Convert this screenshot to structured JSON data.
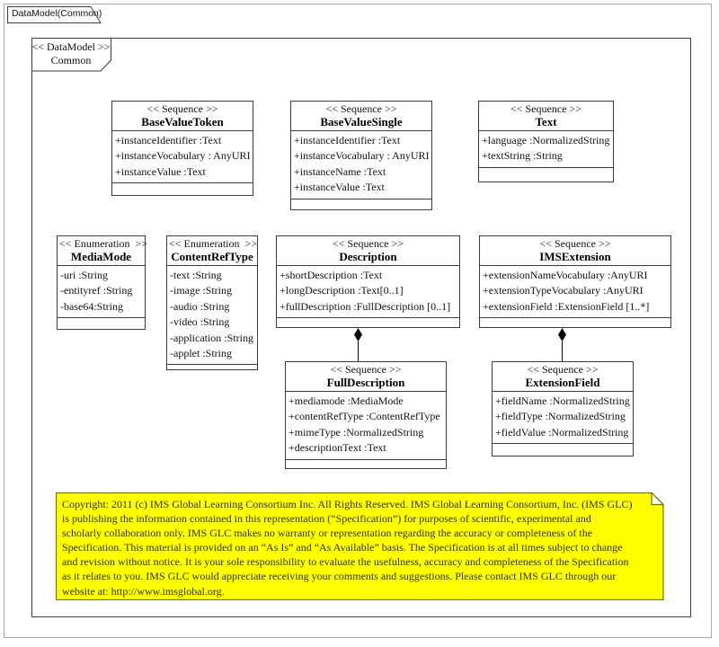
{
  "page": {
    "tab_title": "DataModel(Common)"
  },
  "frame": {
    "stereotype": "<< DataModel >>",
    "name": "Common"
  },
  "classes": [
    {
      "stereotype": "<< Sequence >>",
      "name": "BaseValueToken",
      "attributes": [
        "+instanceIdentifier :Text",
        "+instanceVocabulary : AnyURI",
        "+instanceValue :Text"
      ]
    },
    {
      "stereotype": "<< Sequence >>",
      "name": "BaseValueSingle",
      "attributes": [
        "+instanceIdentifier :Text",
        "+instanceVocabulary : AnyURI",
        "+instanceName :Text",
        "+instanceValue :Text"
      ]
    },
    {
      "stereotype": "<< Sequence >>",
      "name": "Text",
      "attributes": [
        "+language :NormalizedString",
        "+textString :String"
      ]
    },
    {
      "stereotype": "<< Enumeration  >>",
      "name": "MediaMode",
      "attributes": [
        "-uri :String",
        "-entityref :String",
        "-base64:String"
      ]
    },
    {
      "stereotype": "<< Enumeration  >>",
      "name": "ContentRefType",
      "attributes": [
        "-text :String",
        "-image :String",
        "-audio :String",
        "-video :String",
        "-application :String",
        "-applet :String"
      ]
    },
    {
      "stereotype": "<< Sequence >>",
      "name": "Description",
      "attributes": [
        "+shortDescription :Text",
        "+longDescription :Text[0..1]",
        "+fullDescription :FullDescription [0..1]"
      ]
    },
    {
      "stereotype": "<< Sequence >>",
      "name": "IMSExtension",
      "attributes": [
        "+extensionNameVocabulary :AnyURI",
        "+extensionTypeVocabulary :AnyURI",
        "+extensionField :ExtensionField [1..*]"
      ]
    },
    {
      "stereotype": "<< Sequence >>",
      "name": "FullDescription",
      "attributes": [
        "+mediamode :MediaMode",
        "+contentRefType :ContentRefType",
        "+mimeType :NormalizedString",
        "+descriptionText :Text"
      ]
    },
    {
      "stereotype": "<< Sequence >>",
      "name": "ExtensionField",
      "attributes": [
        "+fieldName :NormalizedString",
        "+fieldType :NormalizedString",
        "+fieldValue :NormalizedString"
      ]
    }
  ],
  "connectors": [
    {
      "type": "composition",
      "from": "Description",
      "to": "FullDescription"
    },
    {
      "type": "composition",
      "from": "IMSExtension",
      "to": "ExtensionField"
    }
  ],
  "note": {
    "fill": "#ffff00",
    "border": "#7a7000",
    "text_color": "#333300",
    "lines": [
      "Copyright: 2011 (c) IMS Global Learning Consortium Inc.  All Rights Reserved.  IMS Global Learning Consortium, Inc. (IMS GLC)",
      "is publishing the information contained in this representation (“Specification”) for purposes of scientific, experimental and",
      "scholarly collaboration only.  IMS GLC makes no warranty or representation regarding  the accuracy or completeness of the",
      "Specification.  This material is provided on an “As Is” and “As Available” basis.  The Specification is at all times subject to change",
      "and revision without notice.  It is your sole responsibility to evaluate the usefulness, accuracy and completeness of the Specification",
      "as it relates to you.  IMS GLC would appreciate receiving your comments and suggestions.  Please contact IMS GLC through our",
      "website at: http://www.imsglobal.org."
    ]
  },
  "colors": {
    "line": "#3c3c3c",
    "page_border": "#a8a8a8"
  }
}
